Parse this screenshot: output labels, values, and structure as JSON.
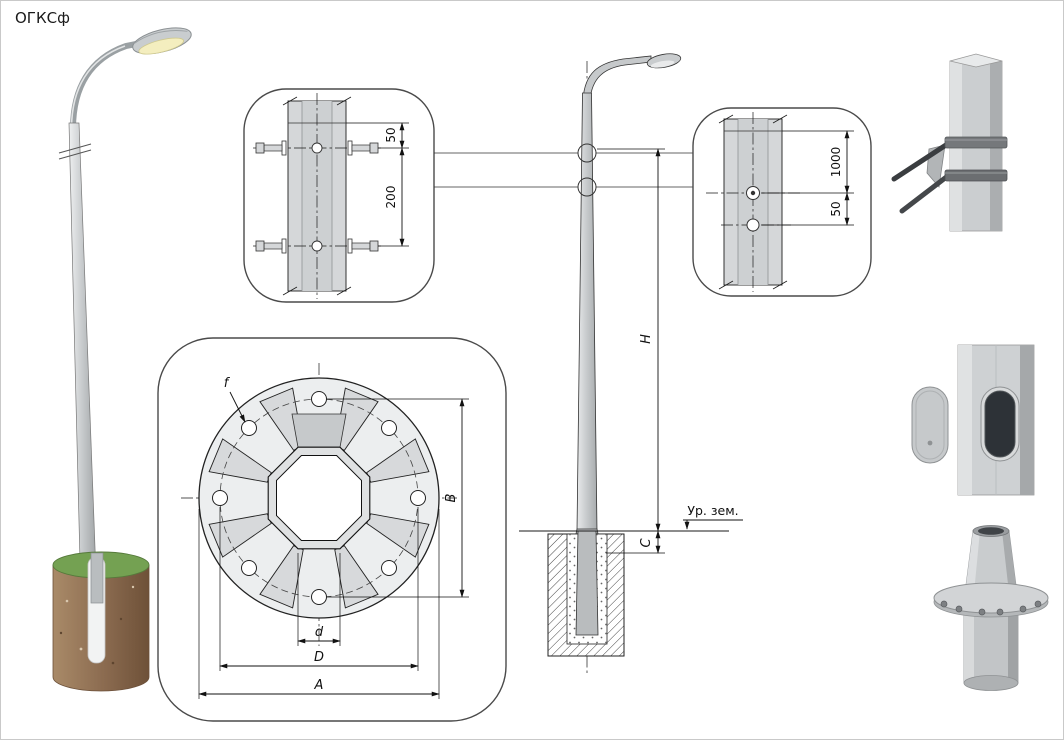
{
  "title": "ОГКСф",
  "detail_top": {
    "dim_small": "50",
    "dim_large": "200"
  },
  "detail_right": {
    "dim_top": "1000",
    "dim_bottom": "50"
  },
  "flange_view": {
    "label_f": "f",
    "label_B": "B",
    "label_d": "d",
    "label_D": "D",
    "label_A": "A"
  },
  "elevation": {
    "label_H": "H",
    "label_C": "C",
    "ground_label": "Ур. зем."
  },
  "colors": {
    "line": "#1a1a1a",
    "pole_gray": "#c9ccce",
    "foundation_brown": "#8a6a4f",
    "grass_green": "#74a152",
    "lamp_glow": "#f4eebf"
  }
}
